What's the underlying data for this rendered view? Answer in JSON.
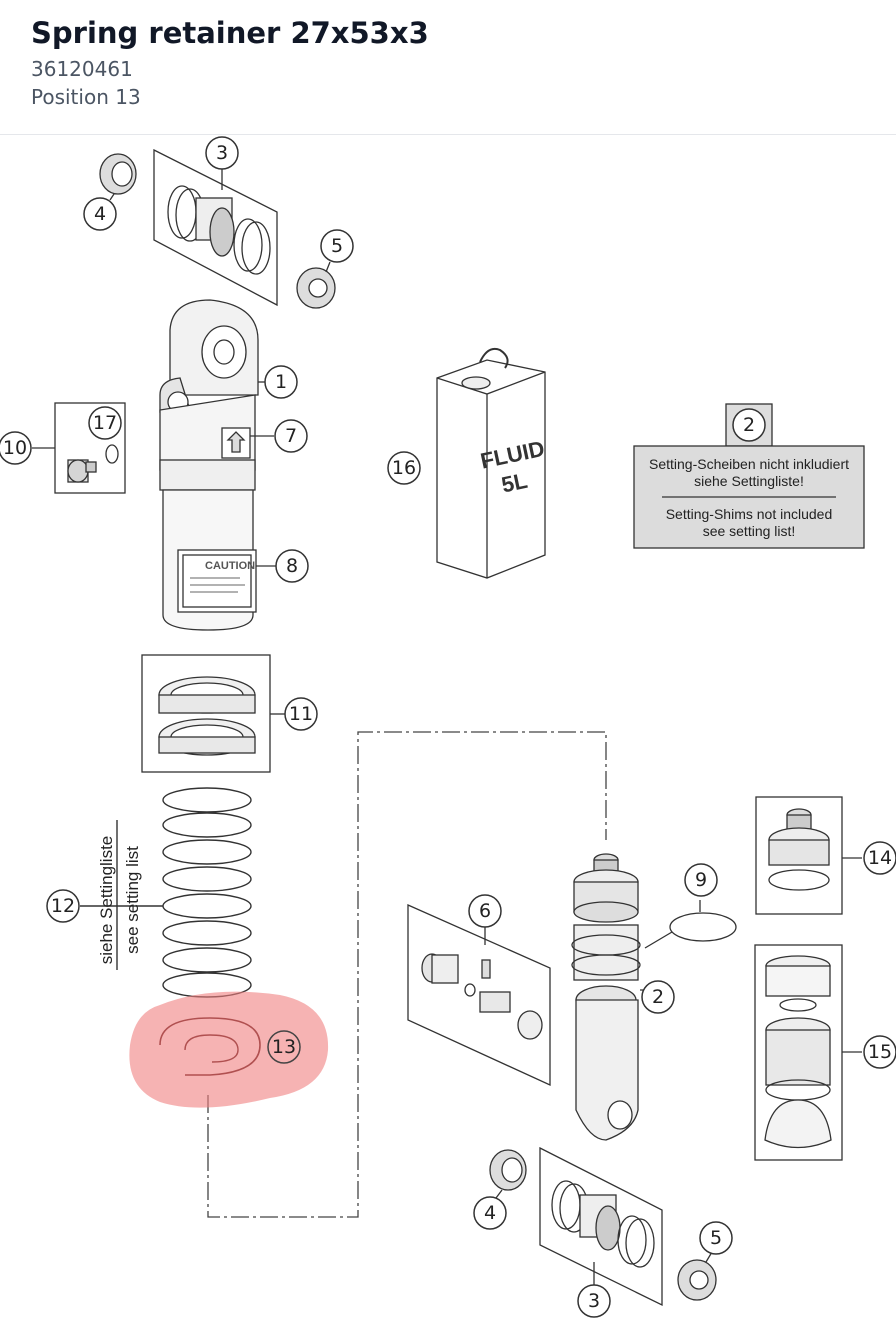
{
  "header": {
    "title": "Spring retainer 27x53x3",
    "part_number": "36120461",
    "position": "Position 13"
  },
  "callouts": {
    "c1": "1",
    "c2a": "2",
    "c2b": "2",
    "c3a": "3",
    "c3b": "3",
    "c4a": "4",
    "c4b": "4",
    "c5a": "5",
    "c5b": "5",
    "c6": "6",
    "c7": "7",
    "c8": "8",
    "c9": "9",
    "c10": "10",
    "c11": "11",
    "c12": "12",
    "c13": "13",
    "c14": "14",
    "c15": "15",
    "c16": "16",
    "c17": "17"
  },
  "note": {
    "line_de_1": "Setting-Scheiben nicht inkludiert",
    "line_de_2": "siehe Settingliste!",
    "line_en_1": "Setting-Shims not included",
    "line_en_2": "see setting list!"
  },
  "spring_note": {
    "de": "siehe Settingliste",
    "en": "see setting list"
  },
  "oil_can": {
    "line1": "FLUID",
    "line2": "5L"
  },
  "shock_label": "CAUTION",
  "highlight": {
    "color": "#f08080",
    "opacity": 0.6,
    "selected_position": "13"
  }
}
